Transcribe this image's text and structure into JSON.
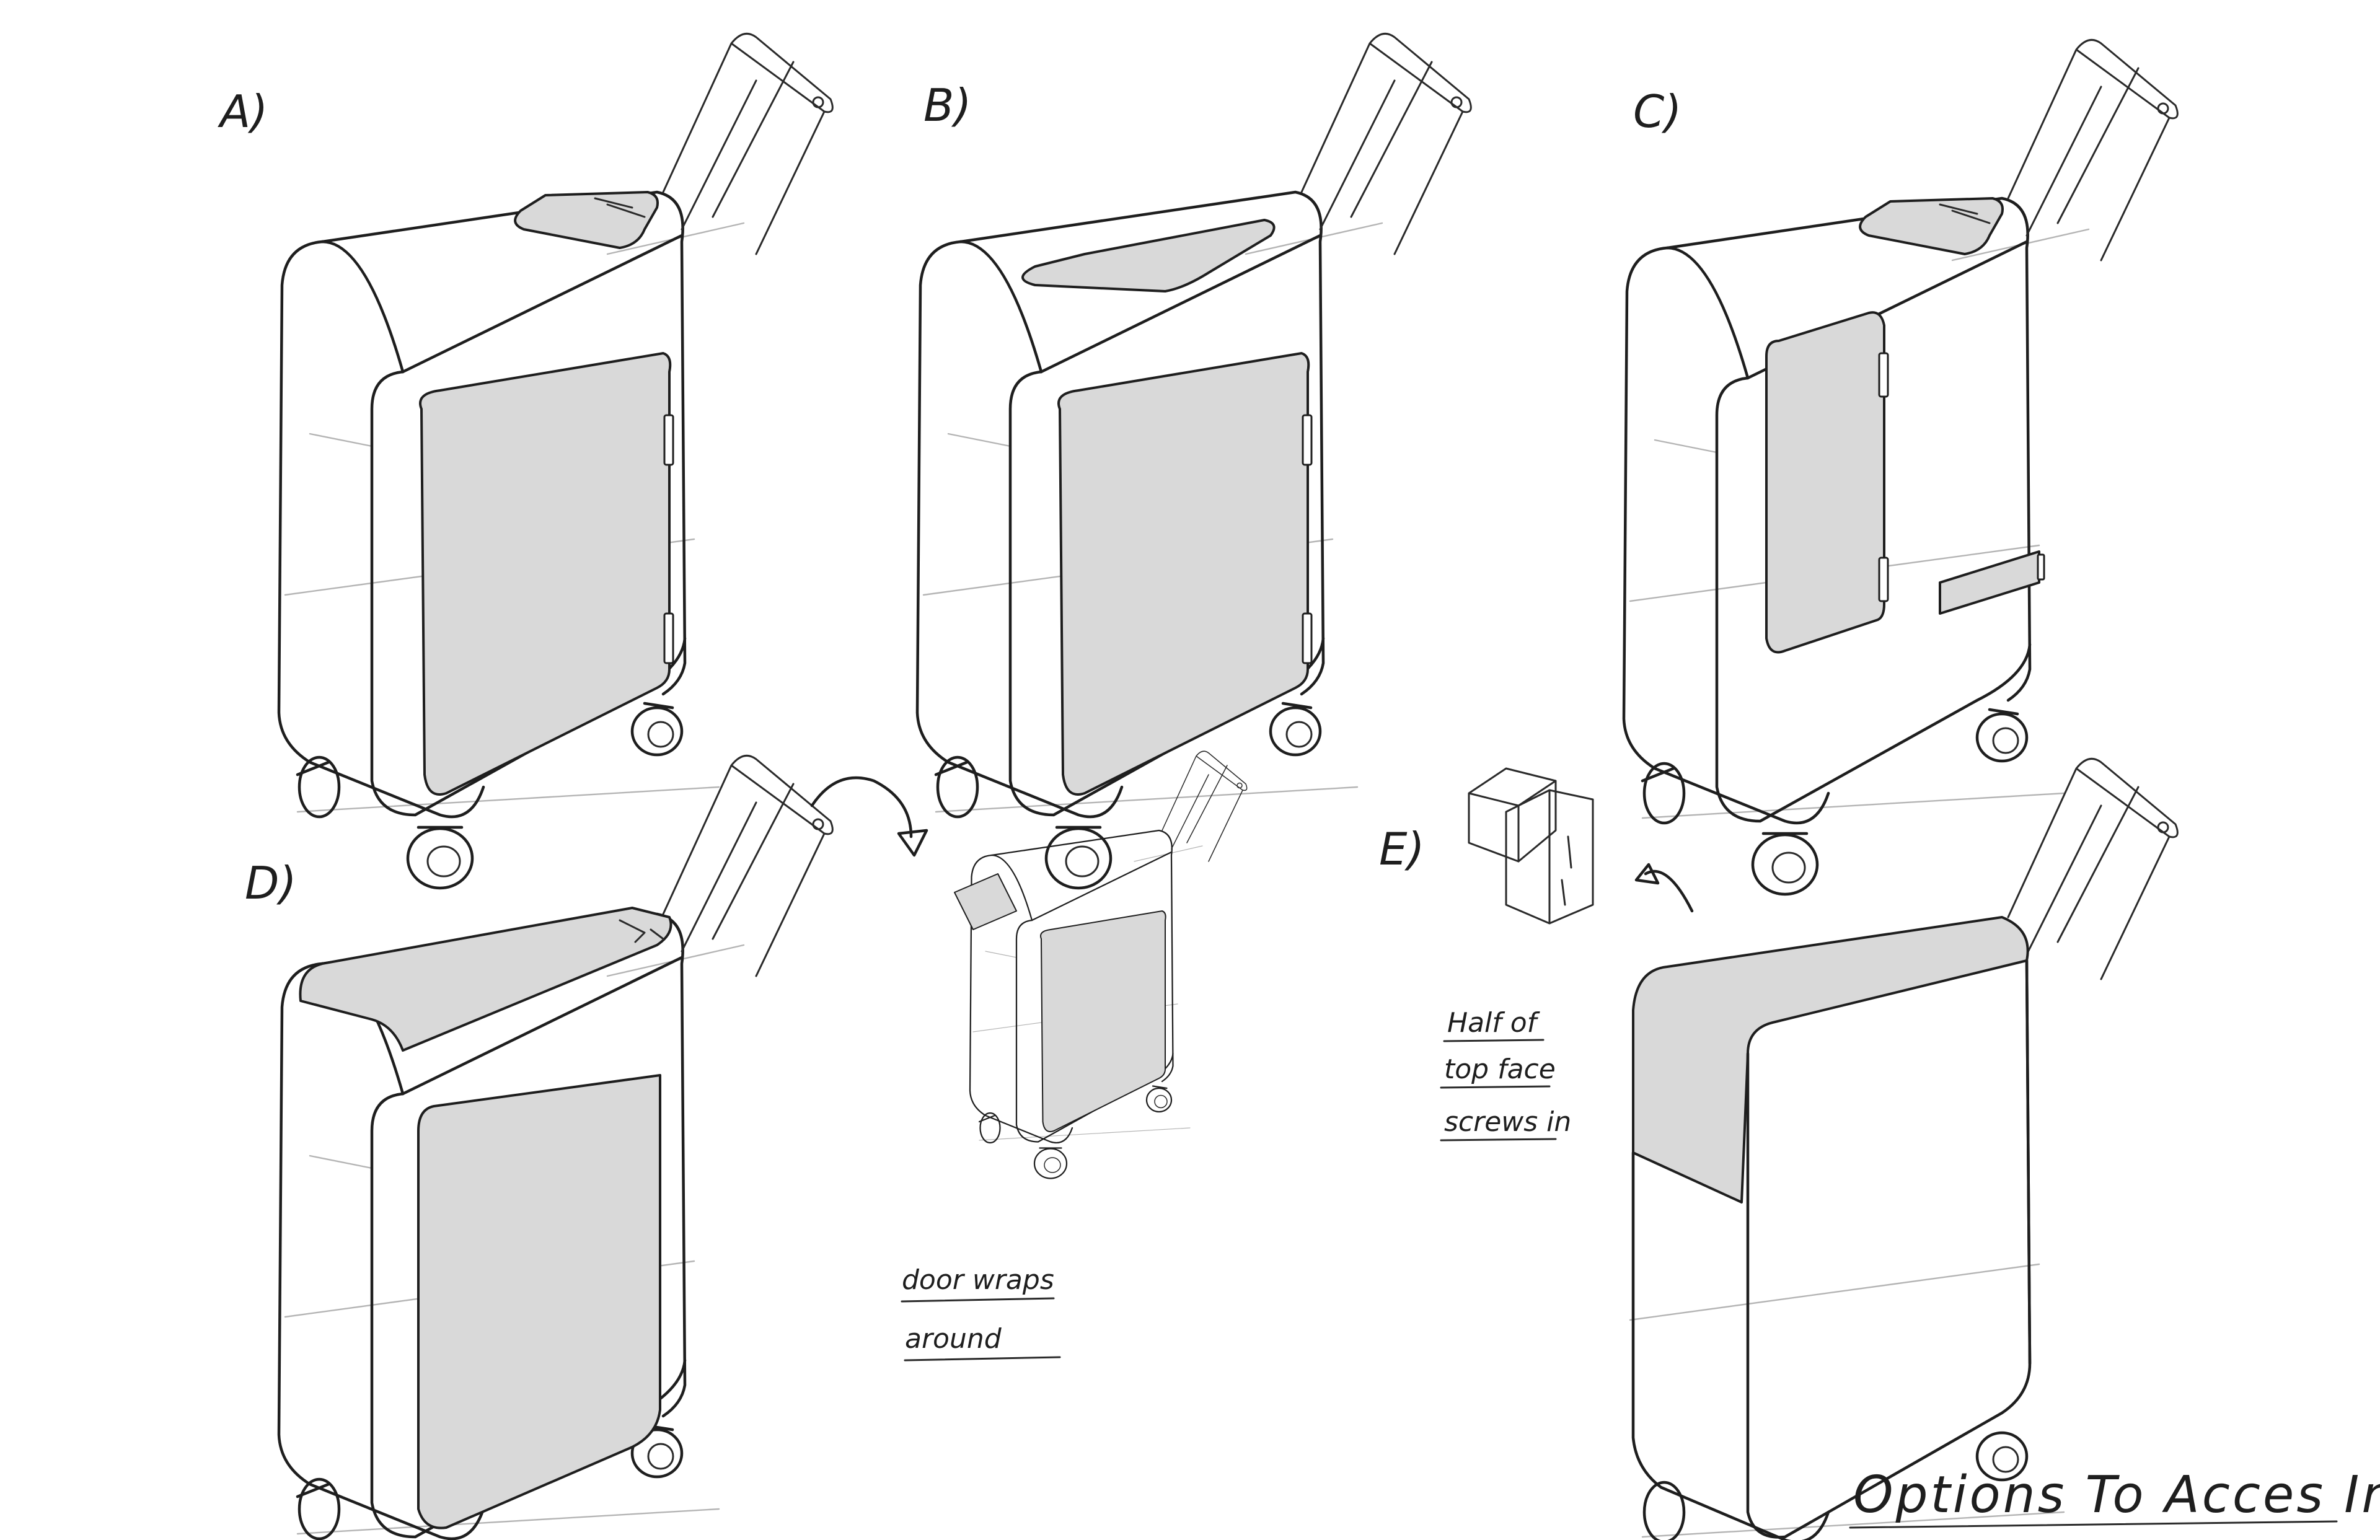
{
  "sheet": {
    "title": "Options To Acces Internals",
    "variants": [
      {
        "id": "A",
        "label": "A)"
      },
      {
        "id": "B",
        "label": "B)"
      },
      {
        "id": "C",
        "label": "C)"
      },
      {
        "id": "D",
        "label": "D)"
      },
      {
        "id": "E",
        "label": "E)"
      }
    ],
    "notes": {
      "door_wraps": [
        "door wraps",
        "around"
      ],
      "top_face": [
        "Half of",
        "top face",
        "screws in"
      ]
    }
  }
}
